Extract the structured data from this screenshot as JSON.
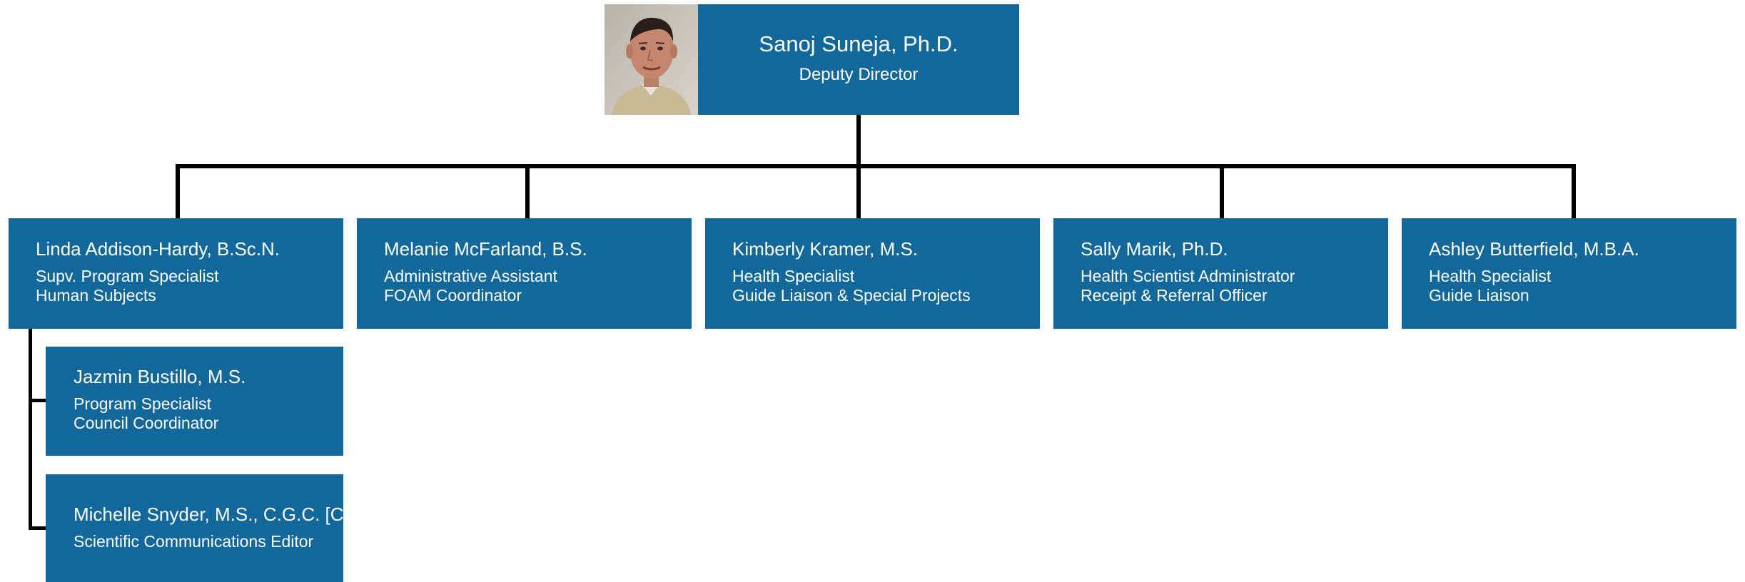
{
  "colors": {
    "box_fill": "#13689b",
    "box_text": "#ffffff",
    "connector": "#000000"
  },
  "director": {
    "name": "Sanoj Suneja, Ph.D.",
    "title": "Deputy Director",
    "photo_icon": "person-photo-icon"
  },
  "staff": [
    {
      "name": "Linda Addison-Hardy, B.Sc.N.",
      "role_line1": "Supv. Program Specialist",
      "role_line2": "Human Subjects"
    },
    {
      "name": "Melanie McFarland, B.S.",
      "role_line1": "Administrative Assistant",
      "role_line2": "FOAM Coordinator"
    },
    {
      "name": "Kimberly Kramer, M.S.",
      "role_line1": "Health Specialist",
      "role_line2": "Guide Liaison & Special Projects"
    },
    {
      "name": "Sally Marik, Ph.D.",
      "role_line1": "Health Scientist Administrator",
      "role_line2": "Receipt & Referral Officer"
    },
    {
      "name": "Ashley Butterfield, M.B.A.",
      "role_line1": "Health Specialist",
      "role_line2": "Guide Liaison"
    }
  ],
  "reports_of_linda": [
    {
      "name": "Jazmin Bustillo, M.S.",
      "role_line1": "Program Specialist",
      "role_line2": "Council Coordinator"
    },
    {
      "name": "Michelle Snyder, M.S., C.G.C. [C]",
      "role_line1": "Scientific Communications Editor"
    }
  ]
}
